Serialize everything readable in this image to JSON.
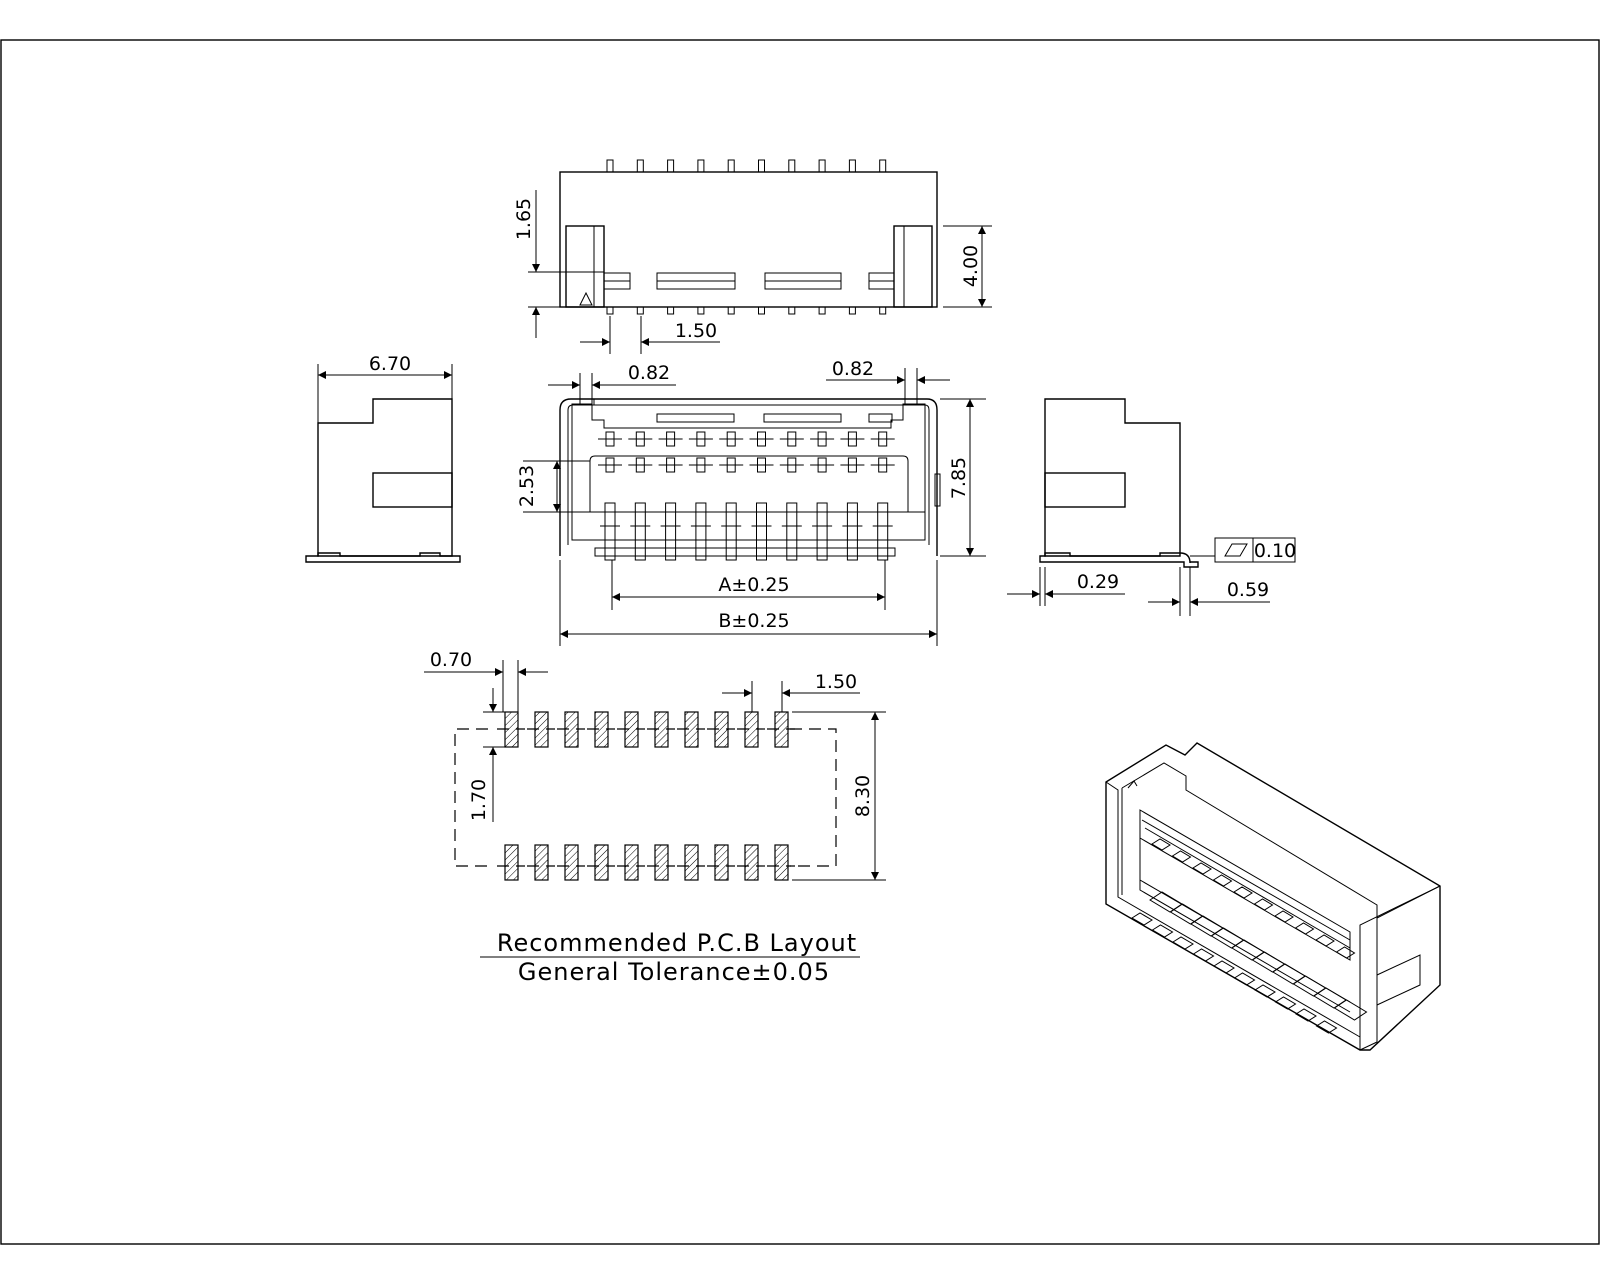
{
  "dimensions": {
    "top_height_165": "1.65",
    "top_height_400": "4.00",
    "top_pitch": "1.50",
    "side_width": "6.70",
    "front_offset_left": "0.82",
    "front_offset_right": "0.82",
    "front_row_gap": "2.53",
    "front_depth": "7.85",
    "dim_a": "A±0.25",
    "dim_b": "B±0.25",
    "side_foot": "0.29",
    "side_lead": "0.59",
    "flatness": "0.10",
    "pcb_pad_width": "0.70",
    "pcb_pitch": "1.50",
    "pcb_pad_len": "1.70",
    "pcb_span": "8.30"
  },
  "notes": {
    "layout_title": "Recommended P.C.B Layout",
    "tolerance": "General Tolerance±0.05"
  }
}
